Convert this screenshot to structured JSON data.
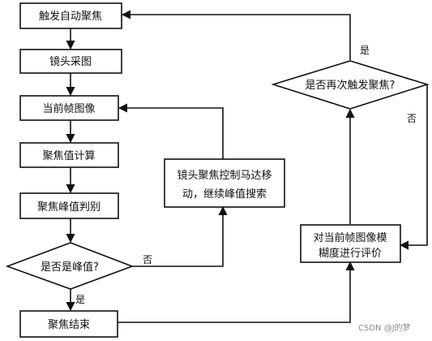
{
  "nodes": {
    "trigger_autofocus": "触发自动聚焦",
    "capture_image": "镜头采图",
    "current_frame": "当前帧图像",
    "focus_compute": "聚焦值计算",
    "peak_judge": "聚焦峰值判别",
    "is_peak": "是否是峰值?",
    "focus_end": "聚焦结束",
    "motor_line1": "镜头聚焦控制马达移",
    "motor_line2": "动，继续峰值搜索",
    "evaluate_line1": "对当前帧图像模",
    "evaluate_line2": "糊度进行评价",
    "refocus_question": "是否再次触发聚焦?"
  },
  "labels": {
    "peak_no": "否",
    "peak_yes": "是",
    "refocus_yes": "是",
    "refocus_no": "否"
  },
  "watermark": "CSDN @J的梦"
}
